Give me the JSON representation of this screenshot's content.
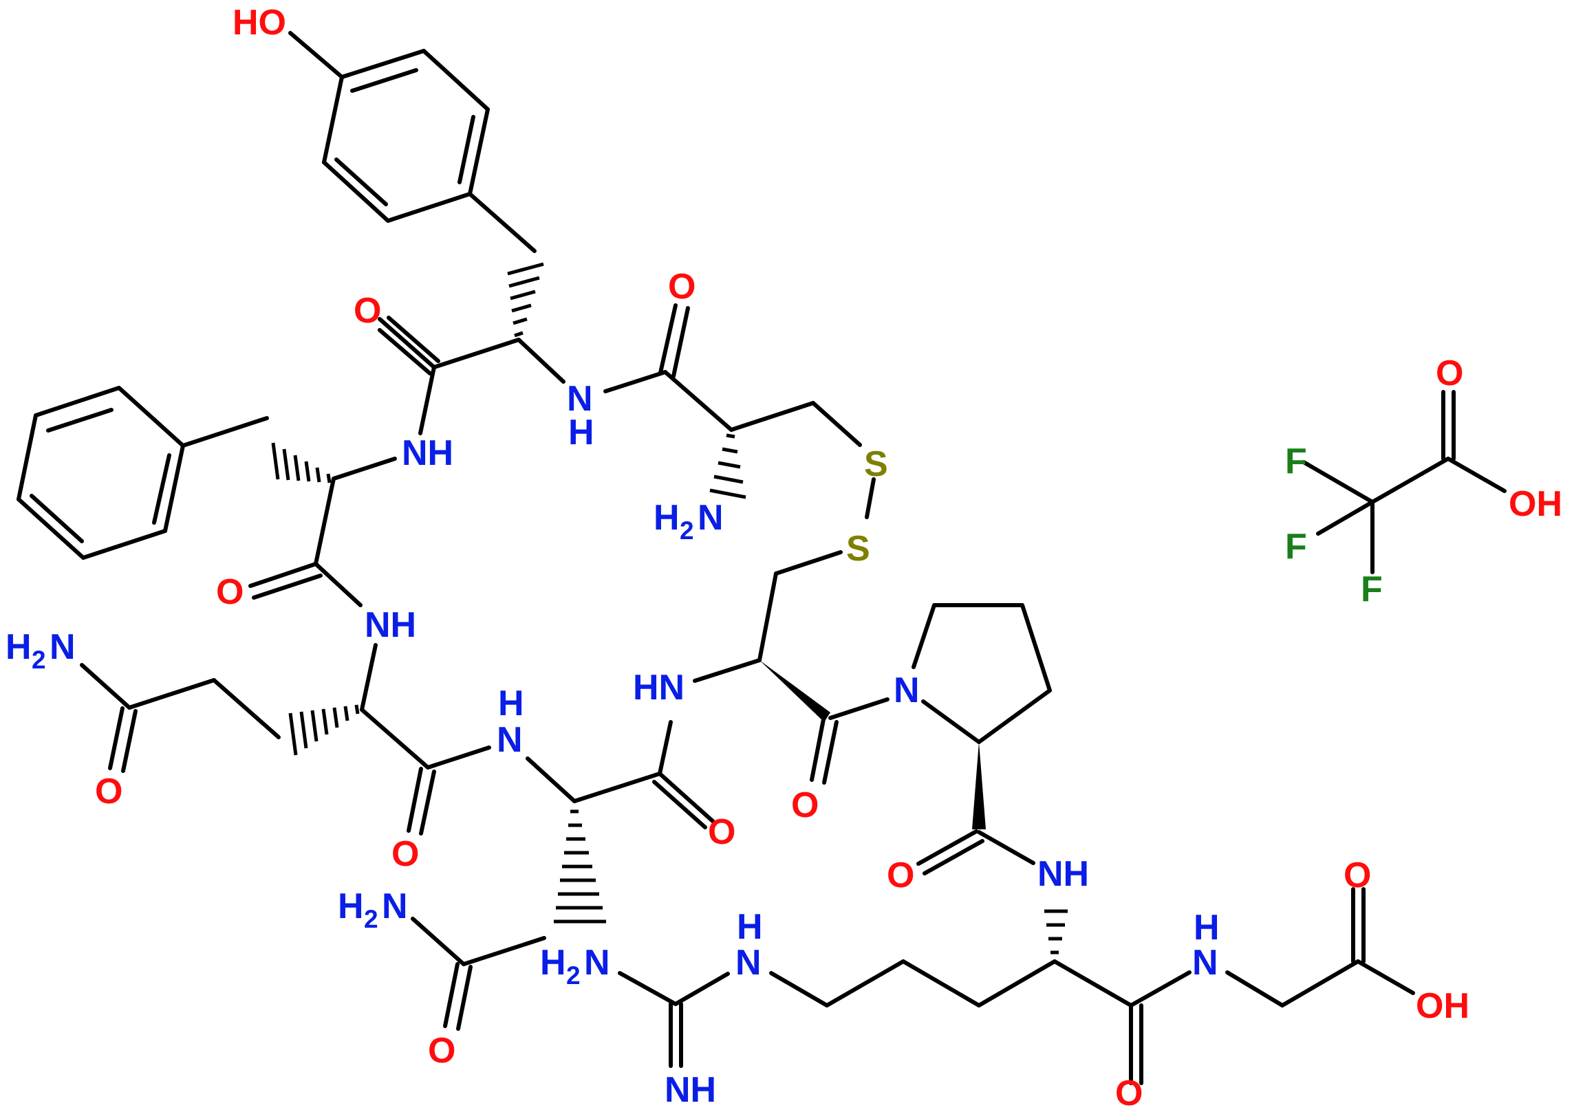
{
  "molecule": {
    "atom_colors": {
      "O": "#ff0d0d",
      "N": "#0a1ee6",
      "S": "#7f7f00",
      "F": "#1a7f1a",
      "C": "#000000"
    },
    "labels": [
      {
        "id": "ho-tyr",
        "text": "HO",
        "el": "O"
      },
      {
        "id": "o-tyr-co",
        "text": "O",
        "el": "O"
      },
      {
        "id": "nh-tyr",
        "text": "N",
        "el": "N"
      },
      {
        "id": "nh-tyr-h",
        "text": "H",
        "el": "N"
      },
      {
        "id": "o-cys-co",
        "text": "O",
        "el": "O"
      },
      {
        "id": "h2n-cys",
        "text": "H",
        "el": "N"
      },
      {
        "id": "h2n-cys-sub",
        "text": "2",
        "el": "N"
      },
      {
        "id": "h2n-cys-n",
        "text": "N",
        "el": "N"
      },
      {
        "id": "s1",
        "text": "S",
        "el": "S"
      },
      {
        "id": "s2",
        "text": "S",
        "el": "S"
      },
      {
        "id": "nh-phe",
        "text": "NH",
        "el": "N"
      },
      {
        "id": "o-phe-co",
        "text": "O",
        "el": "O"
      },
      {
        "id": "nh-gln",
        "text": "NH",
        "el": "N"
      },
      {
        "id": "h2n-gln-h",
        "text": "H",
        "el": "N"
      },
      {
        "id": "h2n-gln-sub",
        "text": "2",
        "el": "N"
      },
      {
        "id": "h2n-gln-n",
        "text": "N",
        "el": "N"
      },
      {
        "id": "o-gln-side",
        "text": "O",
        "el": "O"
      },
      {
        "id": "o-gln-co",
        "text": "O",
        "el": "O"
      },
      {
        "id": "nh-asn-h",
        "text": "H",
        "el": "N"
      },
      {
        "id": "nh-asn-n",
        "text": "N",
        "el": "N"
      },
      {
        "id": "o-asn-co",
        "text": "O",
        "el": "O"
      },
      {
        "id": "h2n-asn-h",
        "text": "H",
        "el": "N"
      },
      {
        "id": "h2n-asn-sub",
        "text": "2",
        "el": "N"
      },
      {
        "id": "h2n-asn-n",
        "text": "N",
        "el": "N"
      },
      {
        "id": "o-asn-side",
        "text": "O",
        "el": "O"
      },
      {
        "id": "hn-cys2",
        "text": "HN",
        "el": "N"
      },
      {
        "id": "o-cys2-co",
        "text": "O",
        "el": "O"
      },
      {
        "id": "n-pro",
        "text": "N",
        "el": "N"
      },
      {
        "id": "o-pro-co",
        "text": "O",
        "el": "O"
      },
      {
        "id": "nh-arg",
        "text": "NH",
        "el": "N"
      },
      {
        "id": "h2n-arg-h",
        "text": "H",
        "el": "N"
      },
      {
        "id": "h2n-arg-sub",
        "text": "2",
        "el": "N"
      },
      {
        "id": "h2n-arg-n",
        "text": "N",
        "el": "N"
      },
      {
        "id": "nh-arg-side-h",
        "text": "H",
        "el": "N"
      },
      {
        "id": "nh-arg-side-n",
        "text": "N",
        "el": "N"
      },
      {
        "id": "nh-imine",
        "text": "NH",
        "el": "N"
      },
      {
        "id": "o-arg-co",
        "text": "O",
        "el": "O"
      },
      {
        "id": "nh-gly-h",
        "text": "H",
        "el": "N"
      },
      {
        "id": "nh-gly-n",
        "text": "N",
        "el": "N"
      },
      {
        "id": "o-gly-co",
        "text": "O",
        "el": "O"
      },
      {
        "id": "oh-gly",
        "text": "OH",
        "el": "O"
      },
      {
        "id": "f1",
        "text": "F",
        "el": "F"
      },
      {
        "id": "f2",
        "text": "F",
        "el": "F"
      },
      {
        "id": "f3",
        "text": "F",
        "el": "F"
      },
      {
        "id": "o-tfa",
        "text": "O",
        "el": "O"
      },
      {
        "id": "oh-tfa",
        "text": "OH",
        "el": "O"
      }
    ]
  }
}
